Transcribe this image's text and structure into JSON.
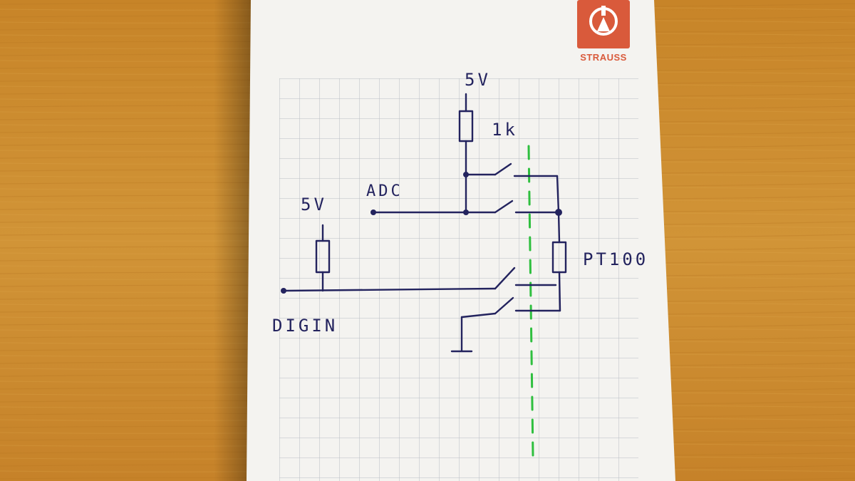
{
  "colors": {
    "desk": "#c98a2c",
    "paper": "#f4f3f0",
    "grid": "#b9bcc3",
    "ink": "#23235e",
    "highlighter": "#2fbf3f",
    "brand": "#d95a3b"
  },
  "brand": {
    "name": "STRAUSS"
  },
  "labels": {
    "supply_top": "5V",
    "resistor_top": "1k",
    "adc": "ADC",
    "supply_left": "5V",
    "sensor": "PT100",
    "digin": "DIGIN"
  },
  "icons": [
    "ground-icon",
    "resistor-icon",
    "switch-icon",
    "brand-logo-icon"
  ]
}
